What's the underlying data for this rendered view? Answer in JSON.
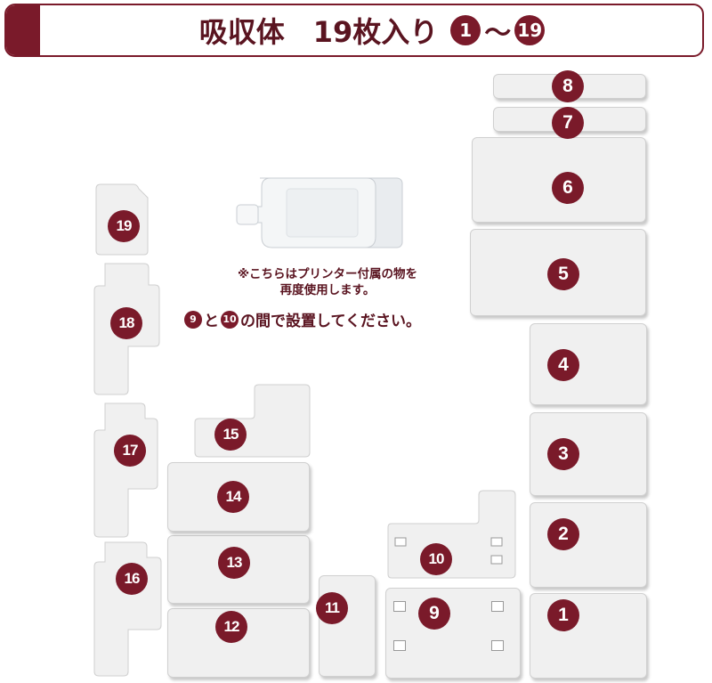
{
  "header": {
    "title": "吸収体　19枚入り",
    "range_start": "1",
    "range_sep": "〜",
    "range_end": "19"
  },
  "note": {
    "line1": "※こちらはプリンター付属の物を",
    "line2": "再度使用します。",
    "line3_num_a": "9",
    "line3_text_a": "と",
    "line3_num_b": "10",
    "line3_text_b": "の間で設置してください。"
  },
  "pads": [
    {
      "label": "1"
    },
    {
      "label": "2"
    },
    {
      "label": "3"
    },
    {
      "label": "4"
    },
    {
      "label": "5"
    },
    {
      "label": "6"
    },
    {
      "label": "7"
    },
    {
      "label": "8"
    },
    {
      "label": "9"
    },
    {
      "label": "10"
    },
    {
      "label": "11"
    },
    {
      "label": "12"
    },
    {
      "label": "13"
    },
    {
      "label": "14"
    },
    {
      "label": "15"
    },
    {
      "label": "16"
    },
    {
      "label": "17"
    },
    {
      "label": "18"
    },
    {
      "label": "19"
    }
  ],
  "colors": {
    "accent": "#7a1a2a",
    "pad_fill": "#f0f0f0"
  }
}
